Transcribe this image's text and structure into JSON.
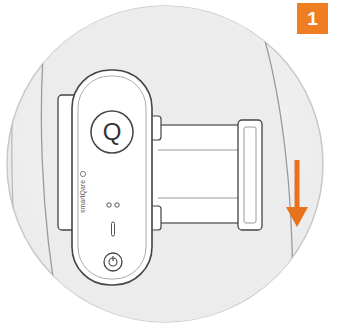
{
  "diagram": {
    "nodes": [
      {
        "text": [
          "1"
        ]
      },
      {
        "text": [
          "Q"
        ]
      }
    ],
    "labels": [
      "smartQare"
    ]
  }
}
